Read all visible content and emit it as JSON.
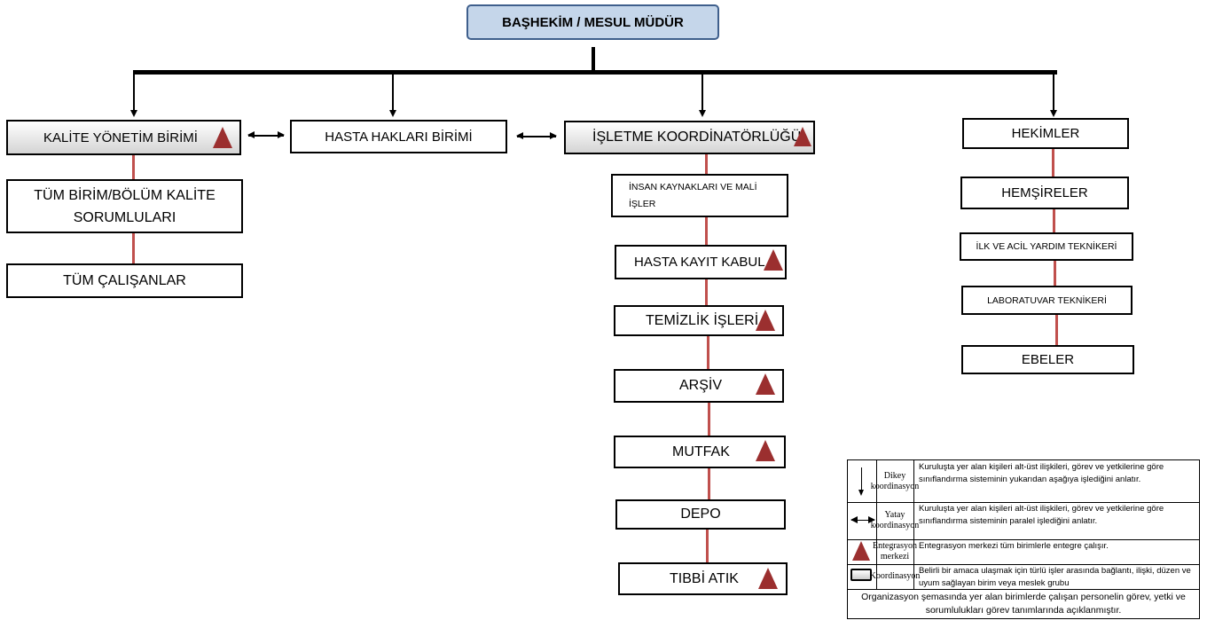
{
  "top": "BAŞHEKİM / MESUL MÜDÜR",
  "left": {
    "head": "KALİTE YÖNETİM BİRİMİ",
    "items": [
      "TÜM BİRİM/BÖLÜM KALİTE SORUMLULARI",
      "TÜM ÇALIŞANLAR"
    ]
  },
  "middle": {
    "head": "HASTA HAKLARI BİRİMİ"
  },
  "isletme": {
    "head": "İŞLETME KOORDİNATÖRLÜĞÜ",
    "items": [
      "İNSAN KAYNAKLARI  VE  MALİ İŞLER",
      "HASTA KAYIT KABUL",
      "TEMİZLİK İŞLERİ",
      "ARŞİV",
      "MUTFAK",
      "DEPO",
      "TIBBİ ATIK"
    ]
  },
  "hekim": {
    "items": [
      "HEKİMLER",
      "HEMŞİRELER",
      "İLK VE ACİL YARDIM TEKNİKERİ",
      "LABORATUVAR TEKNİKERİ",
      "EBELER"
    ]
  },
  "legend": {
    "rows": [
      {
        "name": "Dikey koordinasyon",
        "desc": "Kuruluşta yer alan kişileri alt-üst ilişkileri, görev ve yetkilerine göre sınıflandırma sisteminin yukarıdan aşağıya işlediğini anlatır.",
        "icon": "down-arrow-icon"
      },
      {
        "name": "Yatay koordinasyon",
        "desc": "Kuruluşta yer alan kişileri alt-üst ilişkileri, görev ve yetkilerine göre sınıflandırma sisteminin paralel işlediğini anlatır.",
        "icon": "double-arrow-icon"
      },
      {
        "name": "Entegrasyon merkezi",
        "desc": "Entegrasyon merkezi tüm birimlerle entegre çalışır.",
        "icon": "triangle-icon"
      },
      {
        "name": "Koordinasyon",
        "desc": "Belirli bir amaca ulaşmak için türlü işler arasında bağlantı, ilişki, düzen ve uyum sağlayan birim veya meslek grubu",
        "icon": "box-icon"
      }
    ],
    "footer": "Organizasyon şemasında yer alan birimlerde çalışan personelin görev, yetki ve sorumlulukları görev tanımlarında açıklanmıştır."
  },
  "colors": {
    "triangle": "#9b2f2f",
    "connector": "#c0504d",
    "top_fill": "#c5d6ea",
    "top_border": "#3f5f8c"
  }
}
